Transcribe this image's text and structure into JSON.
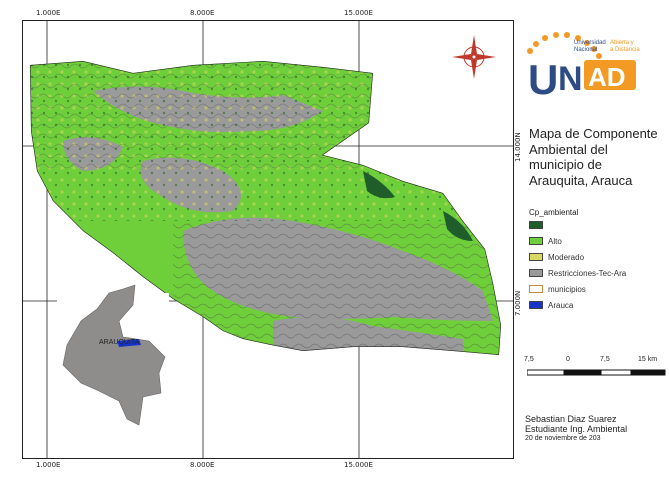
{
  "grid": {
    "top_labels": [
      "1.000E",
      "8.000E",
      "15.000E"
    ],
    "bottom_labels": [
      "1.000E",
      "8.000E",
      "15.000E"
    ],
    "right_labels": [
      "14.000N",
      "7.000N"
    ]
  },
  "logo": {
    "university_line1": "Universidad",
    "university_line2": "Nacional",
    "tag_line1": "Abierta y",
    "tag_line2": "a Distancia",
    "text": "UNAD"
  },
  "title": {
    "line1": "Mapa de Componente",
    "line2": "Ambiental del",
    "line3": "municipio de",
    "line4": "Arauquita, Arauca"
  },
  "legend": {
    "title": "Cp_ambiental",
    "items": [
      {
        "label": "Alto",
        "color": "#6fcf3a"
      },
      {
        "label": "Moderado",
        "color": "#d8d862"
      },
      {
        "label": "Restricciones-Tec-Ara",
        "color": "#9a9a9a"
      },
      {
        "label": "municipios",
        "color": "#ffffff",
        "border": "#c98a3a"
      },
      {
        "label": "Arauca",
        "color": "#1834c8"
      }
    ],
    "header_color": "#1f5e2a"
  },
  "inset": {
    "label": "ARAUQUITA"
  },
  "scale": {
    "labels": [
      "7,5",
      "0",
      "7,5",
      "15 km"
    ]
  },
  "credits": {
    "name": "Sebastian Diaz Suarez",
    "role": "Estudiante Ing. Ambiental",
    "date": "20 de noviembre de 203"
  },
  "colors": {
    "high": "#6fcf3a",
    "moderate": "#d8d862",
    "restricted": "#9a9a9a",
    "dark": "#1f5e2a",
    "arauca": "#1834c8",
    "logo_orange": "#f39a24",
    "logo_blue": "#2f4b86"
  }
}
